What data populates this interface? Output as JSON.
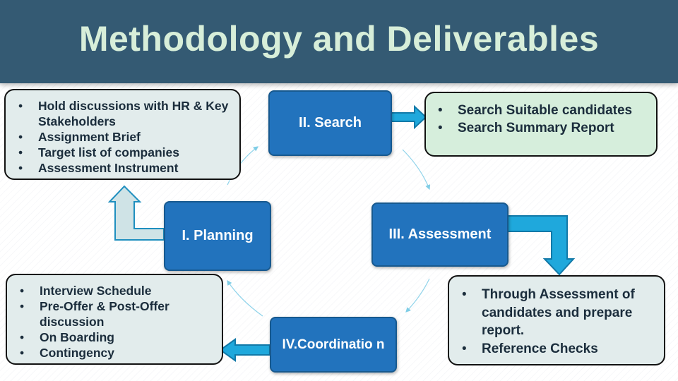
{
  "slide": {
    "title": "Methodology and Deliverables"
  },
  "stages": {
    "planning": "I. Planning",
    "search": "II. Search",
    "assessment": "III. Assessment",
    "coordination": "IV.Coordinatio n"
  },
  "deliverables": {
    "planning": [
      "Hold discussions with HR & Key Stakeholders",
      "Assignment Brief",
      "Target list of companies",
      "Assessment Instrument"
    ],
    "search": [
      "Search Suitable candidates",
      "Search Summary Report"
    ],
    "assessment": [
      "Through Assessment of candidates and prepare report.",
      "Reference Checks"
    ],
    "coordination": [
      "Interview Schedule",
      "Pre-Offer & Post-Offer discussion",
      "On Boarding",
      "Contingency"
    ]
  },
  "colors": {
    "title_bar": "#345a73",
    "title_text": "#d7eed9",
    "stage_fill": "#2273bd",
    "arrow_blue": "#1fa8dc",
    "arrow_pale": "#cfe3e6"
  }
}
